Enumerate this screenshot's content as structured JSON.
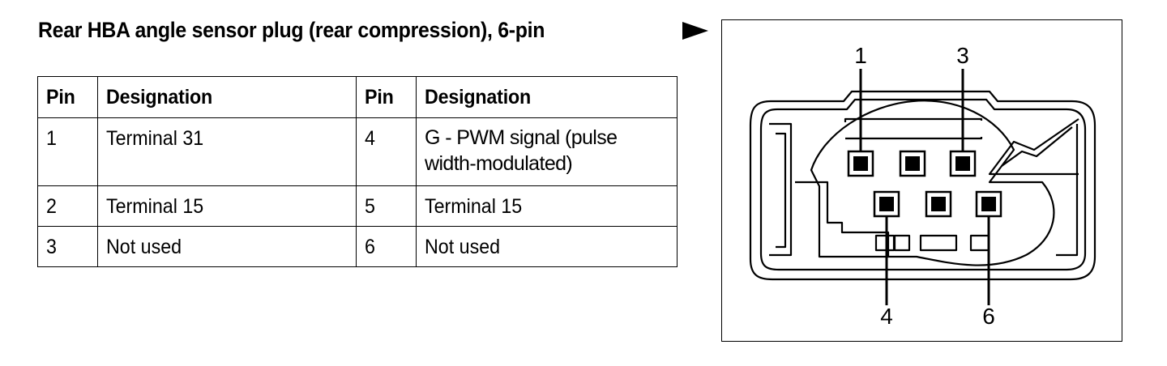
{
  "document": {
    "title": "Rear HBA angle sensor plug (rear compression), 6-pin"
  },
  "table": {
    "headers": [
      "Pin",
      "Designation",
      "Pin",
      "Designation"
    ],
    "rows": [
      {
        "pin_a": "1",
        "designation_a": "Terminal 31",
        "pin_b": "4",
        "designation_b": "G - PWM signal (pulse width-modulated)"
      },
      {
        "pin_a": "2",
        "designation_a": "Terminal 15",
        "pin_b": "5",
        "designation_b": "Terminal 15"
      },
      {
        "pin_a": "3",
        "designation_a": "Not used",
        "pin_b": "6",
        "designation_b": "Not used"
      }
    ]
  },
  "figure": {
    "pin_labels": {
      "pin1": "1",
      "pin3": "3",
      "pin4": "4",
      "pin6": "6"
    }
  }
}
